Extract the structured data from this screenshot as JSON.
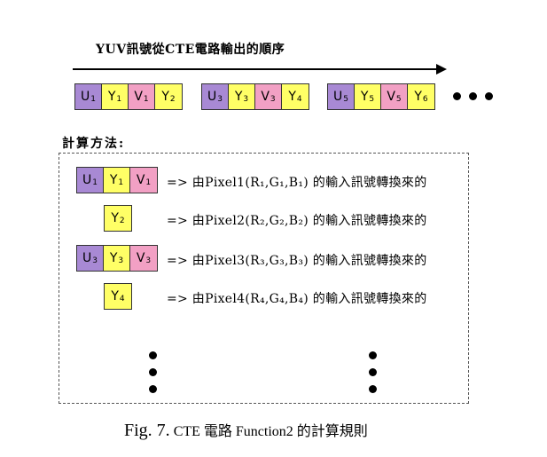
{
  "header": {
    "title": "YUV訊號從CTE電路輸出的順序"
  },
  "sequence": [
    {
      "cells": [
        {
          "letter": "U",
          "sub": "1",
          "color": "u"
        },
        {
          "letter": "Y",
          "sub": "1",
          "color": "y"
        },
        {
          "letter": "V",
          "sub": "1",
          "color": "v"
        },
        {
          "letter": "Y",
          "sub": "2",
          "color": "y"
        }
      ]
    },
    {
      "cells": [
        {
          "letter": "U",
          "sub": "3",
          "color": "u"
        },
        {
          "letter": "Y",
          "sub": "3",
          "color": "y"
        },
        {
          "letter": "V",
          "sub": "3",
          "color": "v"
        },
        {
          "letter": "Y",
          "sub": "4",
          "color": "y"
        }
      ]
    },
    {
      "cells": [
        {
          "letter": "U",
          "sub": "5",
          "color": "u"
        },
        {
          "letter": "Y",
          "sub": "5",
          "color": "y"
        },
        {
          "letter": "V",
          "sub": "5",
          "color": "v"
        },
        {
          "letter": "Y",
          "sub": "6",
          "color": "y"
        }
      ]
    }
  ],
  "method": {
    "label": "計算方法:",
    "rows": [
      {
        "cells": [
          {
            "letter": "U",
            "sub": "1",
            "color": "u"
          },
          {
            "letter": "Y",
            "sub": "1",
            "color": "y"
          },
          {
            "letter": "V",
            "sub": "1",
            "color": "v"
          }
        ],
        "text": "=> 由Pixel1(R₁,G₁,B₁) 的輸入訊號轉換來的"
      },
      {
        "cells": [
          {
            "letter": "Y",
            "sub": "2",
            "color": "y"
          }
        ],
        "text": "=> 由Pixel2(R₂,G₂,B₂) 的輸入訊號轉換來的"
      },
      {
        "cells": [
          {
            "letter": "U",
            "sub": "3",
            "color": "u"
          },
          {
            "letter": "Y",
            "sub": "3",
            "color": "y"
          },
          {
            "letter": "V",
            "sub": "3",
            "color": "v"
          }
        ],
        "text": "=> 由Pixel3(R₃,G₃,B₃) 的輸入訊號轉換來的"
      },
      {
        "cells": [
          {
            "letter": "Y",
            "sub": "4",
            "color": "y"
          }
        ],
        "text": "=> 由Pixel4(R₄,G₄,B₄) 的輸入訊號轉換來的"
      }
    ]
  },
  "caption": {
    "fig": "Fig. 7.",
    "rest": "CTE 電路 Function2 的計算規則"
  },
  "colors": {
    "u": "#a889d4",
    "y": "#ffff66",
    "v": "#f2a0c4"
  }
}
